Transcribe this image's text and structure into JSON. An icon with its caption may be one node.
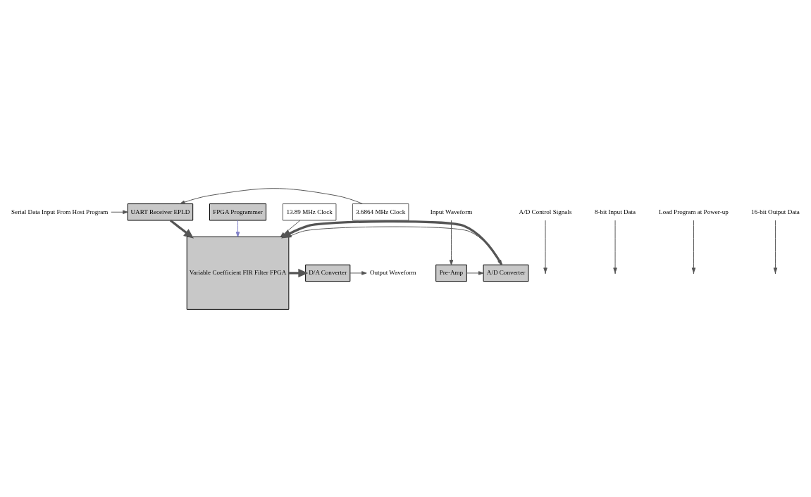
{
  "diagram": {
    "nodes": [
      {
        "text": [
          "Serial Data Input From Host Program"
        ]
      },
      {
        "text": [
          "UART Receiver EPLD"
        ]
      },
      {
        "text": [
          "3.6864 MHz Clock"
        ]
      },
      {
        "text": [
          "A/D Control Signals"
        ]
      },
      {
        "text": [
          "Input Waveform"
        ]
      },
      {
        "text": [
          "Pre-Amp"
        ]
      },
      {
        "text": [
          "A/D Converter"
        ]
      },
      {
        "text": [
          "Variable Coefficient FIR Filter FPGA"
        ]
      },
      {
        "text": [
          "D/A Converter"
        ]
      },
      {
        "text": [
          "Output Waveform"
        ]
      },
      {
        "text": [
          "8-bit Input Data"
        ]
      },
      {
        "text": [
          "13.89 MHz Clock"
        ]
      },
      {
        "text": [
          "FPGA Programmer"
        ]
      },
      {
        "text": [
          "Load Program at Power-up"
        ]
      },
      {
        "text": [
          "16-bit Output Data"
        ]
      }
    ],
    "edges": [
      {
        "from": 0,
        "to": 1,
        "arrow": "to"
      },
      {
        "from": 2,
        "to": 1,
        "arrow": "to"
      },
      {
        "from": 1,
        "to": 7,
        "arrow": "to",
        "style": "thick"
      },
      {
        "from": 3,
        "to": null,
        "arrow": "to"
      },
      {
        "from": 7,
        "to": 6,
        "arrow": "to"
      },
      {
        "from": 4,
        "to": 5,
        "arrow": "to"
      },
      {
        "from": 5,
        "to": 6,
        "arrow": "to"
      },
      {
        "from": 6,
        "to": 7,
        "arrow": "to",
        "style": "thick"
      },
      {
        "from": 7,
        "to": 8,
        "arrow": "to",
        "style": "thick"
      },
      {
        "from": 8,
        "to": 9,
        "arrow": "to"
      },
      {
        "from": 10,
        "to": null,
        "arrow": "to"
      },
      {
        "from": 11,
        "to": 7,
        "arrow": "to"
      },
      {
        "from": 12,
        "to": 7,
        "arrow": "to",
        "color": "#8080c8"
      },
      {
        "from": 13,
        "to": null,
        "arrow": "to"
      },
      {
        "from": 14,
        "to": null,
        "arrow": "to"
      }
    ]
  }
}
